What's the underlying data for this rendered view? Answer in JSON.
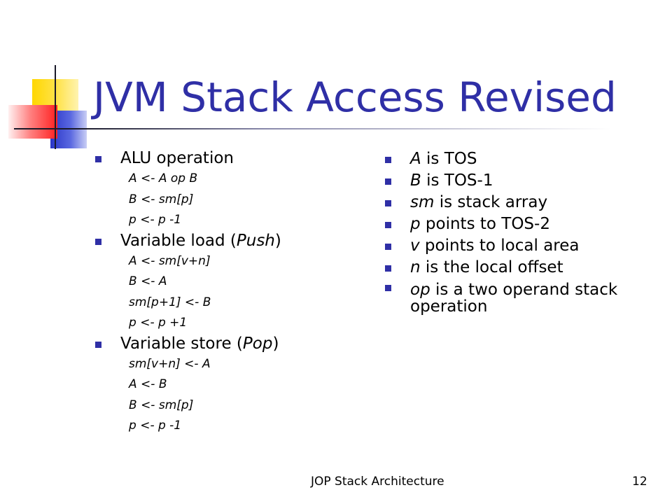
{
  "slide": {
    "title": "JVM Stack Access Revised",
    "left_column": {
      "sections": [
        {
          "heading_parts": [
            "ALU operation"
          ],
          "lines": [
            "A <- A op B",
            "B <- sm[p]",
            "p <- p -1"
          ]
        },
        {
          "heading_parts": [
            "Variable load (",
            "Push",
            ")"
          ],
          "lines": [
            "A <- sm[v+n]",
            "B <- A",
            "sm[p+1] <- B",
            "p <- p +1"
          ]
        },
        {
          "heading_parts": [
            "Variable store (",
            "Pop",
            ")"
          ],
          "lines": [
            "sm[v+n] <- A",
            "A <- B",
            "B <- sm[p]",
            "p <- p -1"
          ]
        }
      ]
    },
    "right_column": {
      "items": [
        {
          "term": "A",
          "desc": " is TOS"
        },
        {
          "term": "B",
          "desc": " is TOS-1"
        },
        {
          "term": "sm",
          "desc": " is stack array"
        },
        {
          "term": "p",
          "desc": " points to TOS-2"
        },
        {
          "term": "v",
          "desc": " points to local area"
        },
        {
          "term": "n",
          "desc": " is the local offset"
        },
        {
          "term": "op",
          "desc": " is a two operand stack operation"
        }
      ]
    },
    "footer": {
      "center_text": "JOP Stack Architecture",
      "page_number": "12"
    },
    "colors": {
      "title": "#2f2fa6",
      "bullet": "#2f2fa6",
      "text": "#000000"
    }
  }
}
